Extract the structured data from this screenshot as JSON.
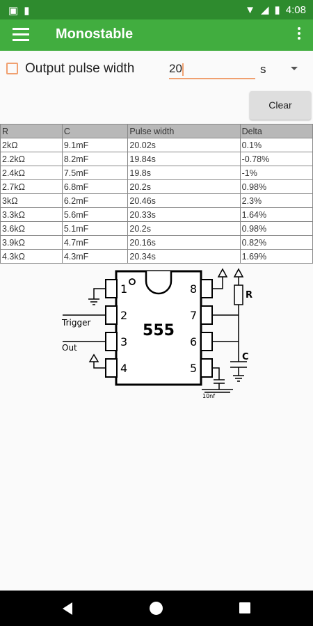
{
  "status_bar": {
    "time": "4:08"
  },
  "app_bar": {
    "title": "Monostable"
  },
  "form": {
    "checkbox_label": "Output pulse width",
    "input_value": "20",
    "unit": "s",
    "clear_label": "Clear"
  },
  "table": {
    "headers": [
      "R",
      "C",
      "Pulse width",
      "Delta"
    ],
    "rows": [
      [
        "2kΩ",
        "9.1mF",
        "20.02s",
        "0.1%"
      ],
      [
        "2.2kΩ",
        "8.2mF",
        "19.84s",
        "-0.78%"
      ],
      [
        "2.4kΩ",
        "7.5mF",
        "19.8s",
        "-1%"
      ],
      [
        "2.7kΩ",
        "6.8mF",
        "20.2s",
        "0.98%"
      ],
      [
        "3kΩ",
        "6.2mF",
        "20.46s",
        "2.3%"
      ],
      [
        "3.3kΩ",
        "5.6mF",
        "20.33s",
        "1.64%"
      ],
      [
        "3.6kΩ",
        "5.1mF",
        "20.2s",
        "0.98%"
      ],
      [
        "3.9kΩ",
        "4.7mF",
        "20.16s",
        "0.82%"
      ],
      [
        "4.3kΩ",
        "4.3mF",
        "20.34s",
        "1.69%"
      ]
    ]
  },
  "diagram": {
    "chip": "555",
    "pins": [
      "1",
      "2",
      "3",
      "4",
      "5",
      "6",
      "7",
      "8"
    ],
    "trigger_label": "Trigger",
    "out_label": "Out",
    "r_label": "R",
    "c_label": "C",
    "cap_label": "10nf"
  },
  "colors": {
    "status_bar": "#2e8b2e",
    "app_bar": "#41ad3f",
    "accent": "#f0a070"
  }
}
